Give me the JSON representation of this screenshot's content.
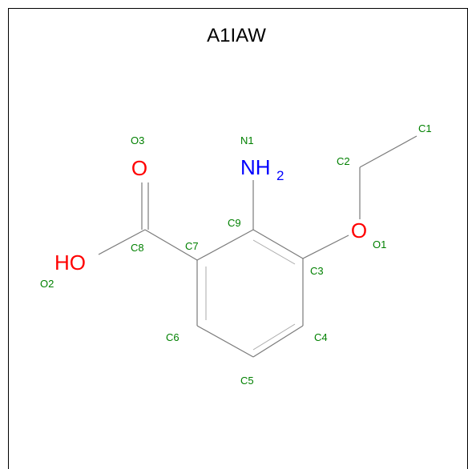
{
  "title": "A1IAW",
  "colors": {
    "background": "#ffffff",
    "frame": "#000000",
    "atom_index_label": "#008000",
    "oxygen": "#ff0000",
    "nitrogen": "#0000ff",
    "bond": "#7a7a7a"
  },
  "atom_labels": {
    "n1": "N1",
    "o3": "O3",
    "c1": "C1",
    "c2": "C2",
    "c9": "C9",
    "c8": "C8",
    "c7": "C7",
    "o1": "O1",
    "c3": "C3",
    "o2": "O2",
    "c6": "C6",
    "c4": "C4",
    "c5": "C5"
  },
  "element_symbols": {
    "o3_symbol": "O",
    "n1_symbol": "NH",
    "n1_subscript": "2",
    "o2_symbol": "HO",
    "o1_symbol": "O"
  }
}
